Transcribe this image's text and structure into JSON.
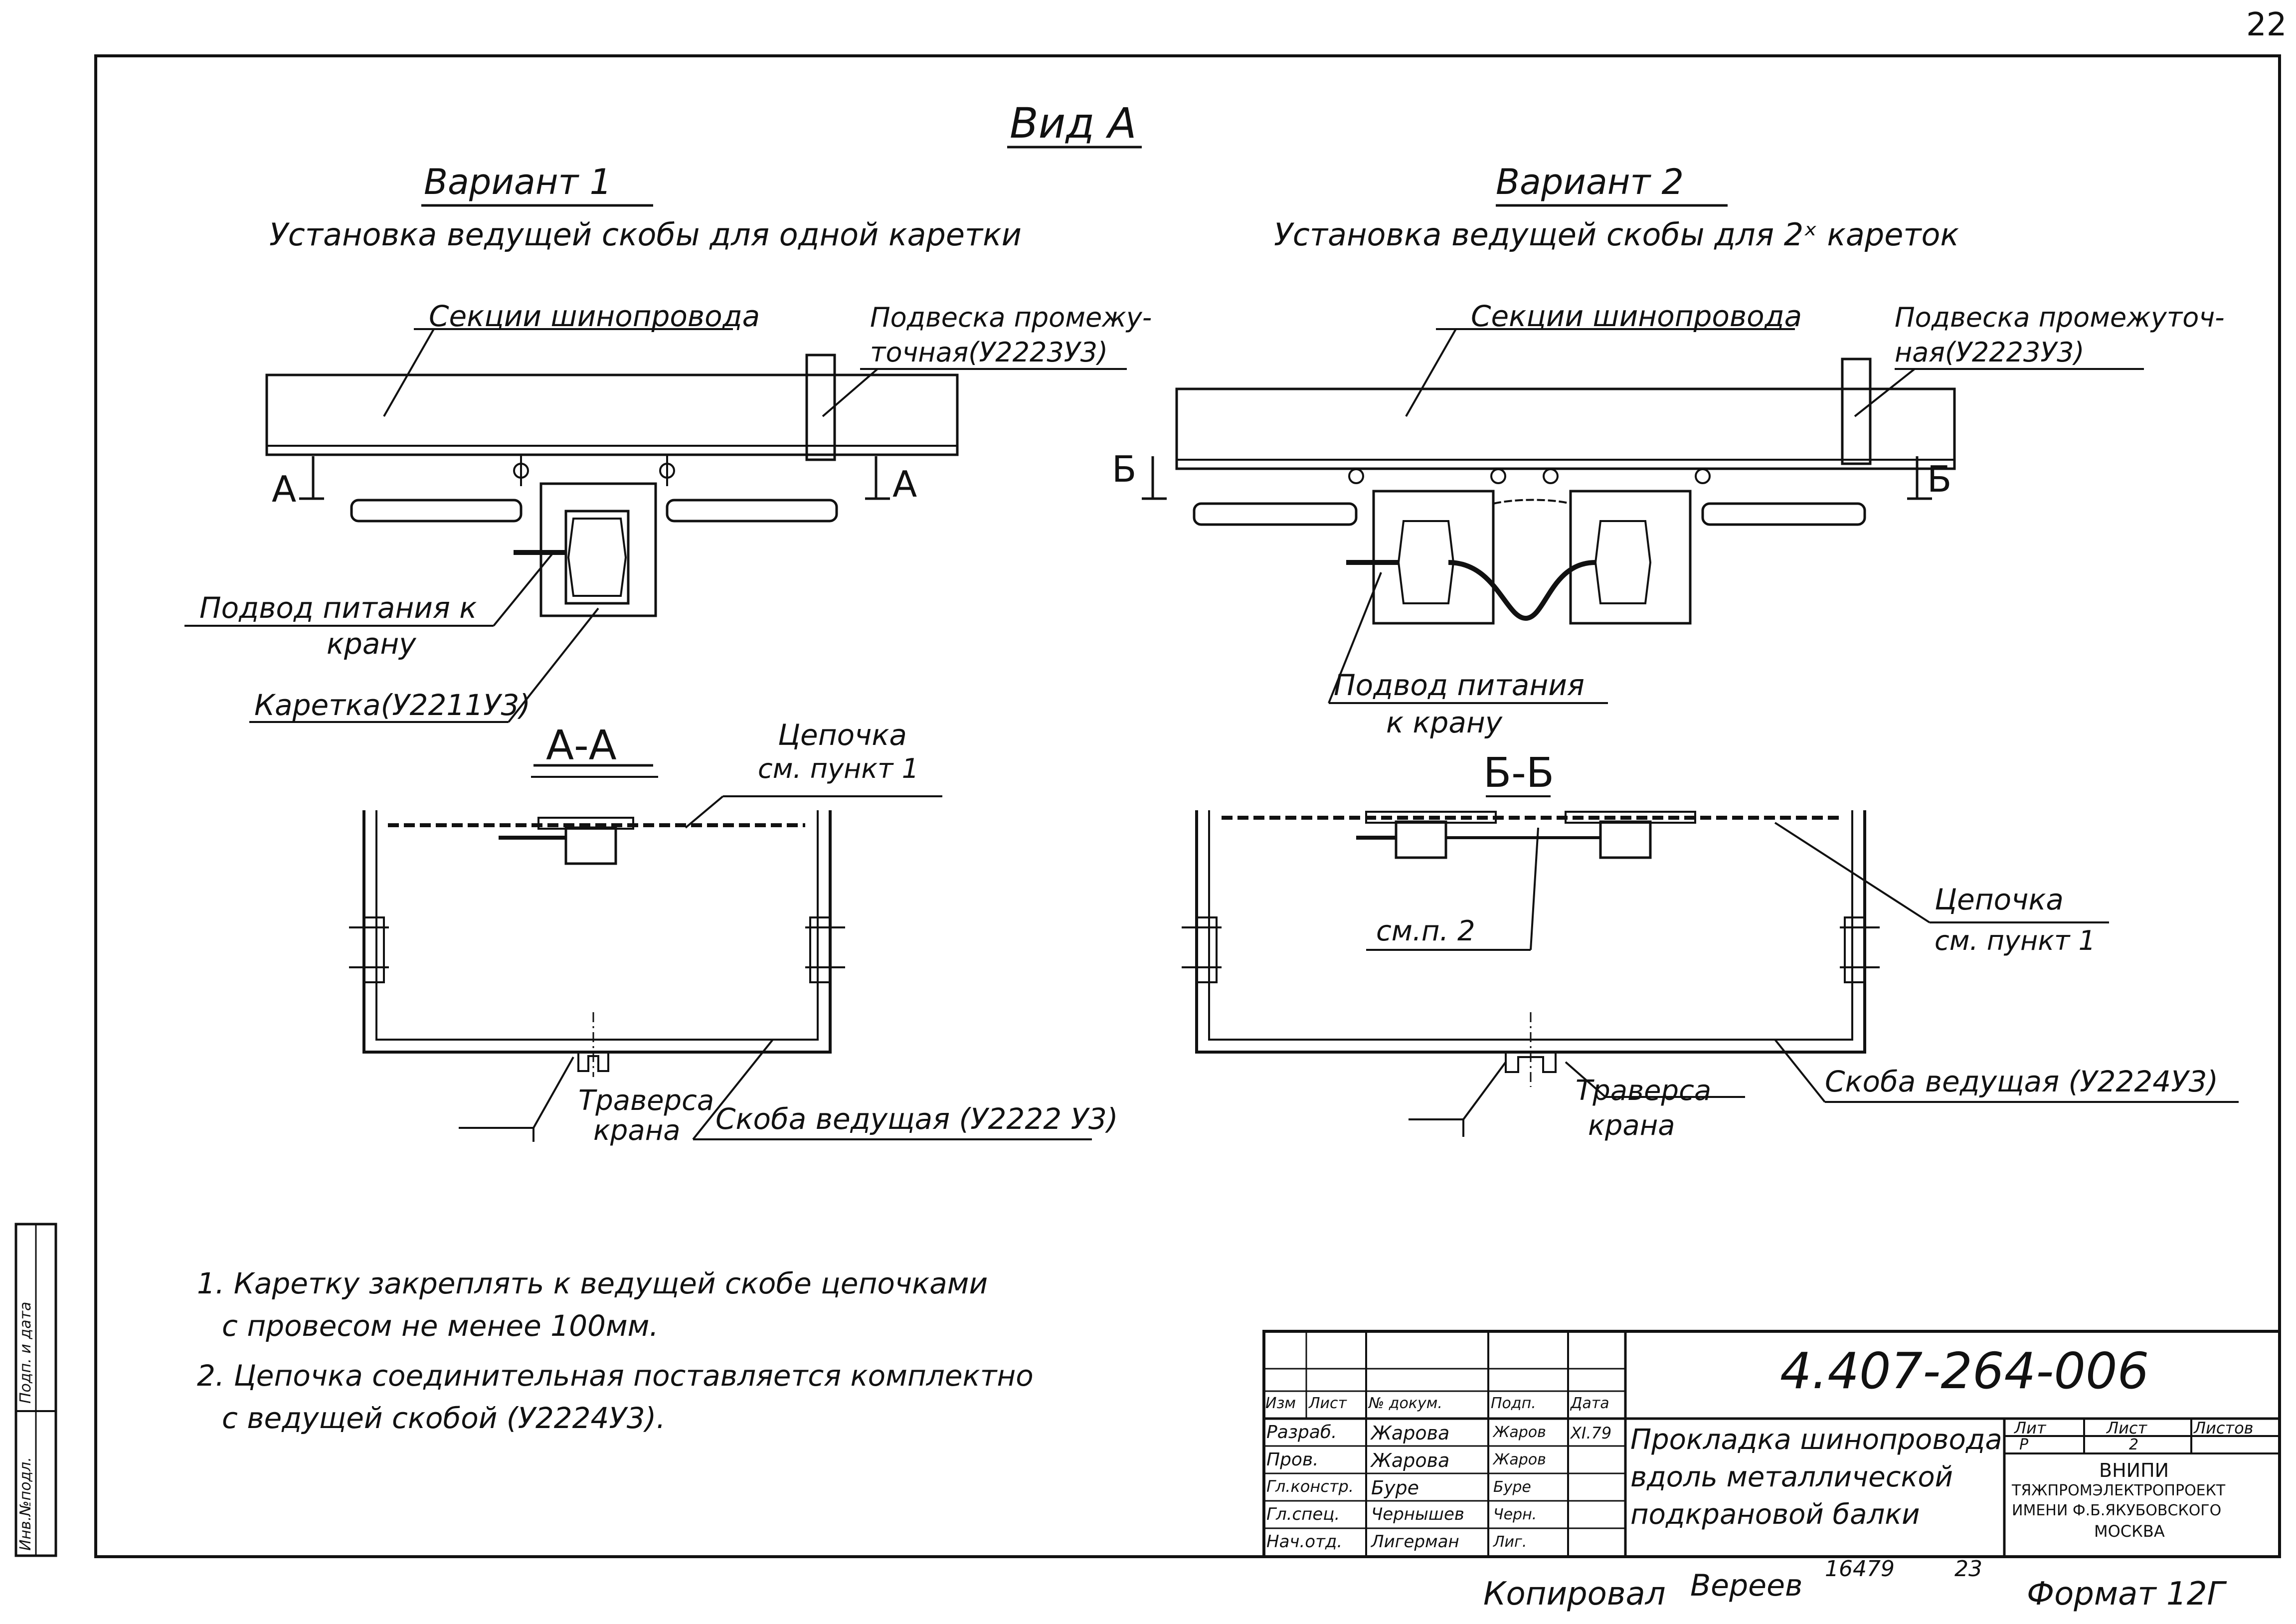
{
  "sheet": {
    "page_number": "22"
  },
  "view": {
    "title": "Вид А",
    "variant1": {
      "title": "Вариант 1",
      "subtitle": "Установка ведущей скобы для одной каретки",
      "label_sections": "Секции шинопровода",
      "label_hanger": [
        "Подвеска промежу-",
        "точная(У2223У3)"
      ],
      "label_power": [
        "Подвод питания к",
        "крану"
      ],
      "label_carriage": "Каретка(У2211У3)",
      "section_mark": "А"
    },
    "variant2": {
      "title": "Вариант 2",
      "subtitle": "Установка ведущей скобы для 2ˣ кареток",
      "label_sections": "Секции шинопровода",
      "label_hanger": [
        "Подвеска промежуточ-",
        "ная(У2223У3)"
      ],
      "label_power": [
        "Подвод питания",
        "к крану"
      ],
      "section_mark": "Б"
    }
  },
  "section_aa": {
    "title": "А-А",
    "label_chain": [
      "Цепочка",
      "см. пункт 1"
    ],
    "label_traverse": [
      "Траверса",
      "крана"
    ],
    "label_bracket": "Скоба ведущая (У2222 У3)"
  },
  "section_bb": {
    "title": "Б-Б",
    "label_ref": "см.п. 2",
    "label_chain": [
      "Цепочка",
      "см. пункт 1"
    ],
    "label_traverse": [
      "Траверса",
      "крана"
    ],
    "label_bracket": "Скоба ведущая (У2224У3)"
  },
  "notes": [
    "1. Каретку закреплять к ведущей скобе цепочками",
    "с провесом не менее 100мм.",
    "2. Цепочка соединительная поставляется комплектно",
    "с ведущей скобой (У2224У3)."
  ],
  "side_stamp": [
    "Инв.№подл.",
    "Подп. и дата"
  ],
  "title_block": {
    "doc_number": "4.407-264-006",
    "title_lines": [
      "Прокладка шинопровода",
      "вдоль металлической",
      "подкрановой балки"
    ],
    "col_headers": [
      "Изм",
      "Лист",
      "№ докум.",
      "Подп.",
      "Дата"
    ],
    "rows": [
      {
        "role": "Разраб.",
        "name": "Жарова",
        "sign": "Жаров",
        "date": "XI.79"
      },
      {
        "role": "Пров.",
        "name": "Жарова",
        "sign": "Жаров",
        "date": ""
      },
      {
        "role": "Гл.констр.",
        "name": "Буре",
        "sign": "Буре",
        "date": ""
      },
      {
        "role": "Гл.спец.",
        "name": "Чернышев",
        "sign": "Черн.",
        "date": ""
      },
      {
        "role": "Нач.отд.",
        "name": "Лигерман",
        "sign": "Лиг.",
        "date": ""
      }
    ],
    "lit_headers": [
      "Лит",
      "Лист",
      "Листов"
    ],
    "lit_values": [
      "Р",
      "2",
      ""
    ],
    "org_lines": [
      "ВНИПИ",
      "ТЯЖПРОМЭЛЕКТРОПРОЕКТ",
      "ИМЕНИ Ф.Б.ЯКУБОВСКОГО",
      "МОСКВА"
    ]
  },
  "footer": {
    "copied": "Копировал",
    "copier_sign": "Вереев",
    "order_number": "16479",
    "sheet_index": "23",
    "format": "Формат 12Г"
  }
}
